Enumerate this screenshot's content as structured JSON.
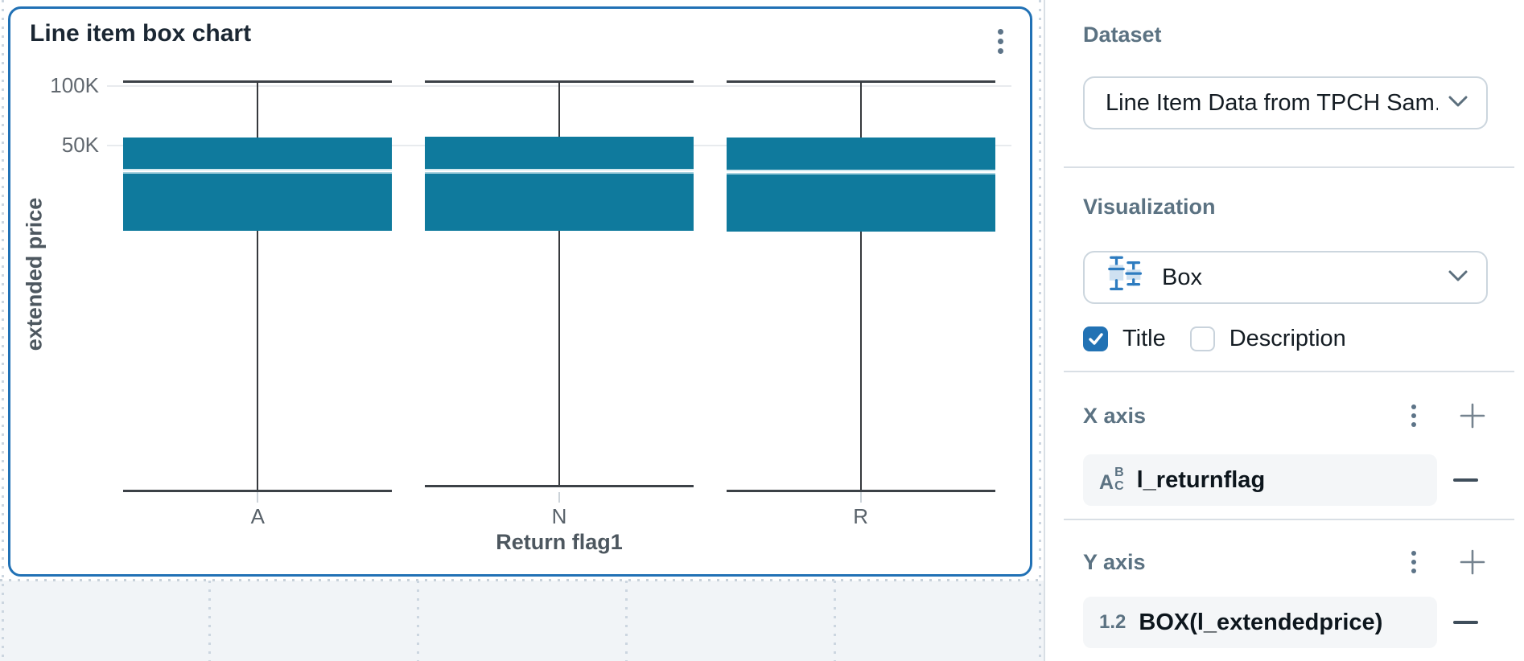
{
  "chart_data": {
    "type": "box",
    "title": "Line item box chart",
    "xlabel": "Return flag1",
    "ylabel": "extended price",
    "categories": [
      "A",
      "N",
      "R"
    ],
    "y_scale": "log",
    "y_ticks": [
      {
        "label": "100K",
        "value": 100000
      },
      {
        "label": "50K",
        "value": 50000
      }
    ],
    "series": [
      {
        "category": "A",
        "min": 900,
        "q1": 18500,
        "median": 37000,
        "q3": 55000,
        "max": 105000
      },
      {
        "category": "N",
        "min": 950,
        "q1": 18600,
        "median": 37100,
        "q3": 55400,
        "max": 104900
      },
      {
        "category": "R",
        "min": 900,
        "q1": 18400,
        "median": 36900,
        "q3": 55100,
        "max": 104800
      }
    ],
    "grid": true,
    "legend": false
  },
  "card": {
    "menu_icon": "kebab-menu"
  },
  "panel": {
    "dataset": {
      "heading": "Dataset",
      "value": "Line Item Data from TPCH Sam..."
    },
    "visualization": {
      "heading": "Visualization",
      "value": "Box",
      "icon": "box-plot-icon",
      "title_checkbox": {
        "label": "Title",
        "checked": true
      },
      "description_checkbox": {
        "label": "Description",
        "checked": false
      }
    },
    "x_axis": {
      "heading": "X axis",
      "field": {
        "name": "l_returnflag",
        "type": "string",
        "icon_letters": {
          "a": "A",
          "b": "B",
          "c": "C"
        }
      }
    },
    "y_axis": {
      "heading": "Y axis",
      "field": {
        "name": "BOX(l_extendedprice)",
        "type": "number",
        "icon_text": "1.2"
      }
    }
  },
  "colors": {
    "accent_blue": "#2272b4",
    "card_border": "#2171b5",
    "box_fill": "#0f7a9d",
    "slate_heading": "#5b7282",
    "canvas_lower_bg": "#f1f4f7"
  }
}
